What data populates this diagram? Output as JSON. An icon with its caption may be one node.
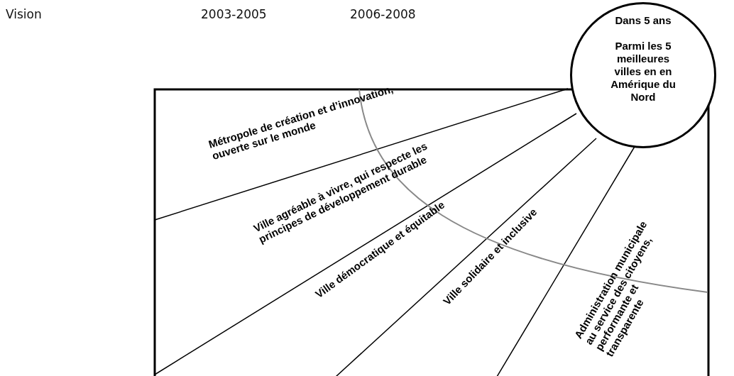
{
  "diagram": {
    "nodes": [
      {
        "text": [
          "Dans 5 ans",
          "Parmi les 5 meilleures villes en en Amérique du Nord"
        ]
      }
    ],
    "labels": [
      "Vision",
      "2003-2005",
      "2006-2008",
      "Métropole de création et d’innovation, ouverte sur le monde",
      "Ville agréable à vivre, qui respecte les principes de développement durable",
      "Ville démocratique et équitable",
      "Ville solidaire et inclusive",
      "Administration municipale au service des citoyens, performante et transparente"
    ]
  }
}
